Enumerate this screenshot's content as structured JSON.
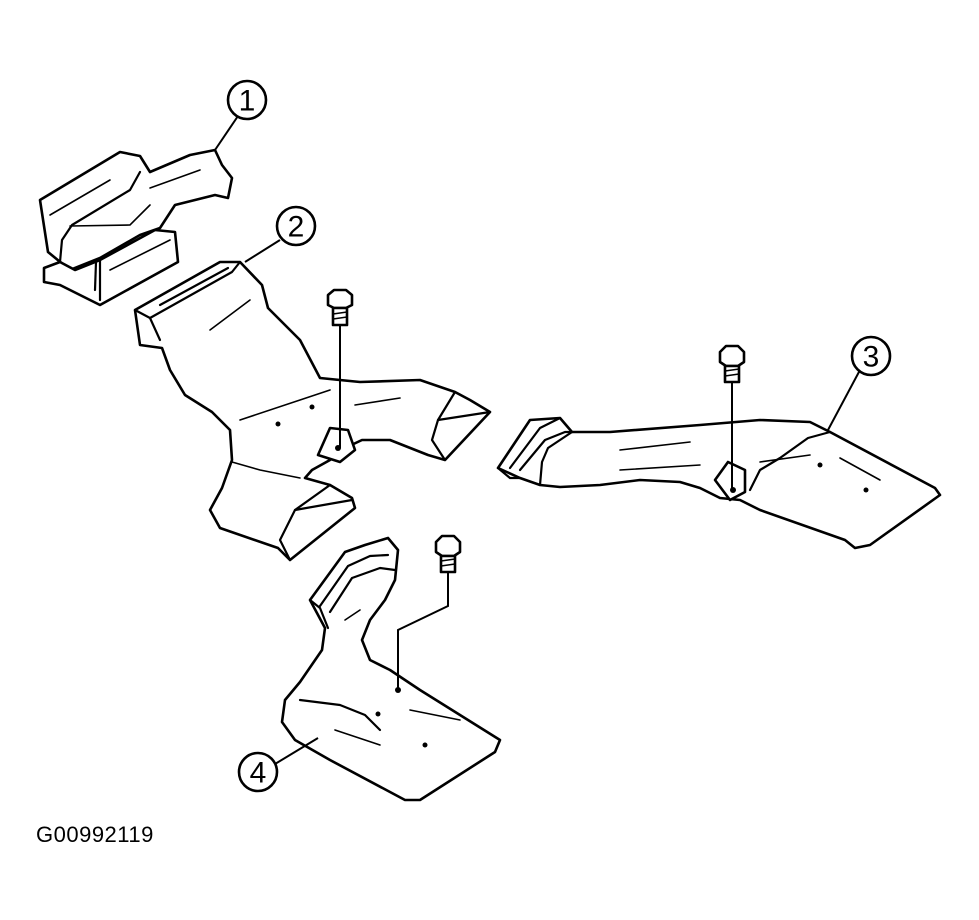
{
  "figure_id": "G00992119",
  "callouts": [
    {
      "number": "1"
    },
    {
      "number": "2"
    },
    {
      "number": "3"
    },
    {
      "number": "4"
    }
  ]
}
